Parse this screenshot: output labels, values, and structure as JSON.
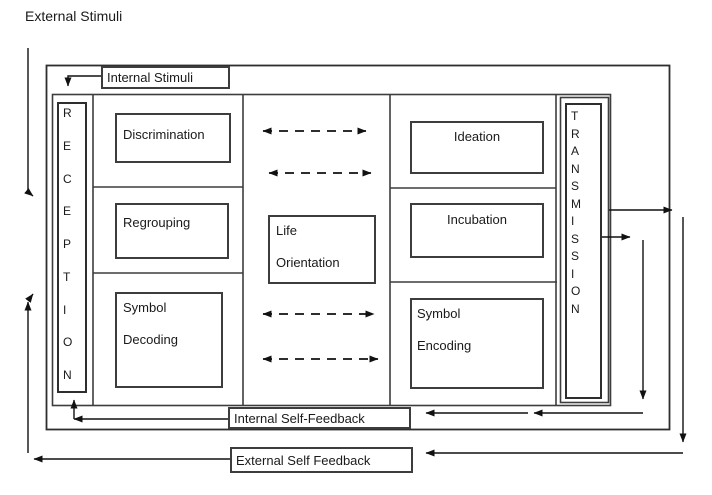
{
  "labels": {
    "external_stimuli": "External Stimuli",
    "internal_stimuli": "Internal Stimuli",
    "internal_self_feedback": "Internal Self-Feedback",
    "external_self_feedback": "External Self Feedback"
  },
  "reception": {
    "label": "RECEPTION"
  },
  "transmission": {
    "label": "TRANSMISSION"
  },
  "process_boxes": {
    "discrimination": {
      "label": "Discrimination"
    },
    "regrouping": {
      "label": "Regrouping"
    },
    "symbol_decoding": {
      "line1": "Symbol",
      "line2": "Decoding"
    },
    "life_orientation": {
      "line1": "Life",
      "line2": "Orientation"
    },
    "ideation": {
      "label": "Ideation"
    },
    "incubation": {
      "label": "Incubation"
    },
    "symbol_encoding": {
      "line1": "Symbol",
      "line2": "Encoding"
    }
  },
  "colors": {
    "line": "#1a1a1a",
    "box_border": "#3d3d3d",
    "text": "#1a1a1a",
    "background": "#ffffff"
  }
}
